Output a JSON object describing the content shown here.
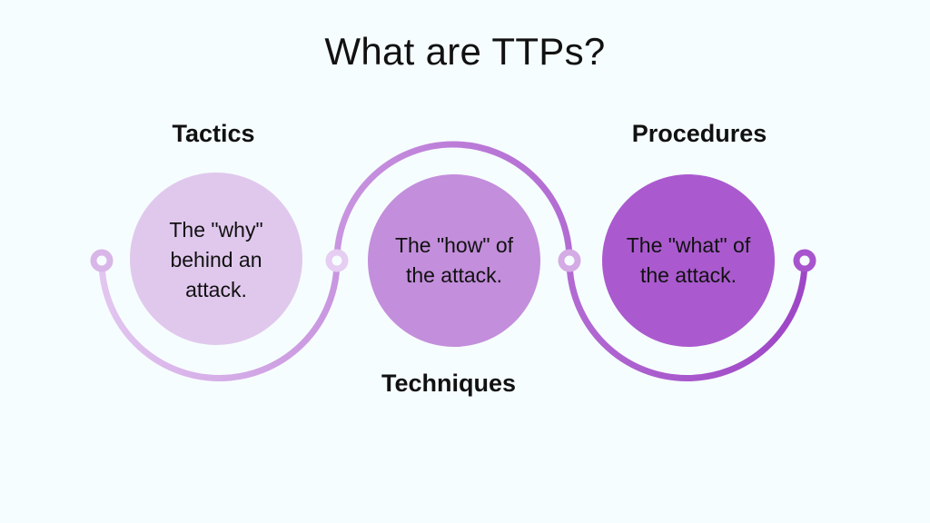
{
  "title": "What are TTPs?",
  "colors": {
    "background": "#f6fdfe",
    "text": "#111111"
  },
  "connector": {
    "stroke_width": 7,
    "gradient": [
      "#e3c7f0",
      "#bc7dd8",
      "#9d44c6"
    ],
    "node_colors": [
      "#d9b6e8",
      "#e6cdf2",
      "#d4abe5",
      "#a855cd"
    ]
  },
  "sections": [
    {
      "label": "Tactics",
      "description_lines": [
        "The \"why\"",
        "behind an",
        "attack."
      ],
      "circle_fill": "#e0c8ed"
    },
    {
      "label": "Techniques",
      "description_lines": [
        "The \"how\" of",
        "the attack."
      ],
      "circle_fill": "#c38edb"
    },
    {
      "label": "Procedures",
      "description_lines": [
        "The \"what\" of",
        "the attack."
      ],
      "circle_fill": "#aa5ace"
    }
  ]
}
